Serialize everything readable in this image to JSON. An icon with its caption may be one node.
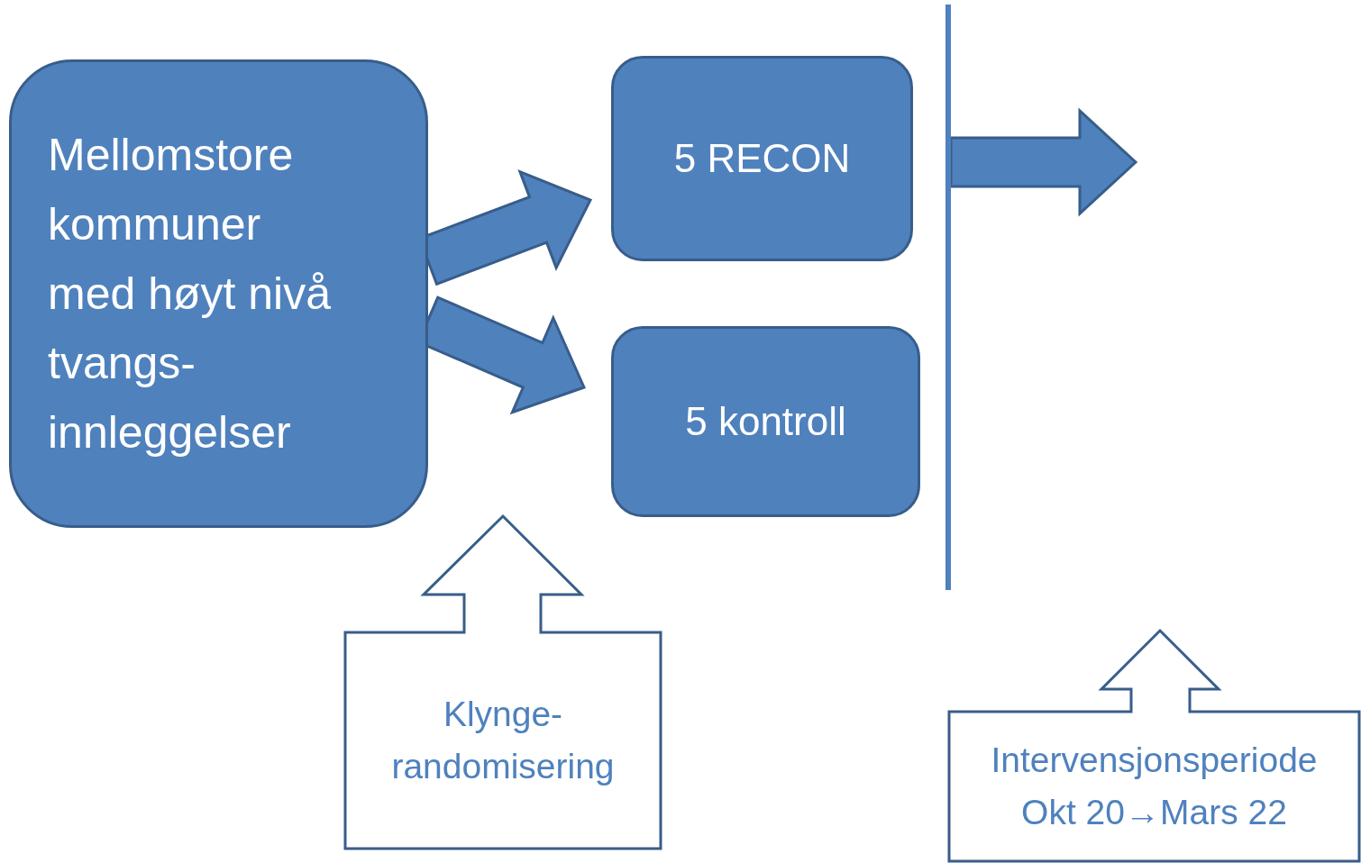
{
  "diagram": {
    "nodes": [
      {
        "text": [
          "Mellomstore kommuner med høyt nivå tvangs- innleggelser"
        ]
      },
      {
        "text": [
          "5 RECON"
        ]
      },
      {
        "text": [
          "5 kontroll"
        ]
      },
      {
        "text": [
          "Klynge- randomisering"
        ]
      },
      {
        "text": [
          "Intervensjonsperiode Okt 20→Mars 22"
        ]
      },
      {
        "text": [],
        "shape": "bar"
      }
    ],
    "edges": [
      {
        "from": 0,
        "to": 1,
        "arrow": "to"
      },
      {
        "from": 0,
        "to": 2,
        "arrow": "to"
      },
      {
        "from": 5,
        "to": null,
        "arrow": "to"
      }
    ]
  }
}
